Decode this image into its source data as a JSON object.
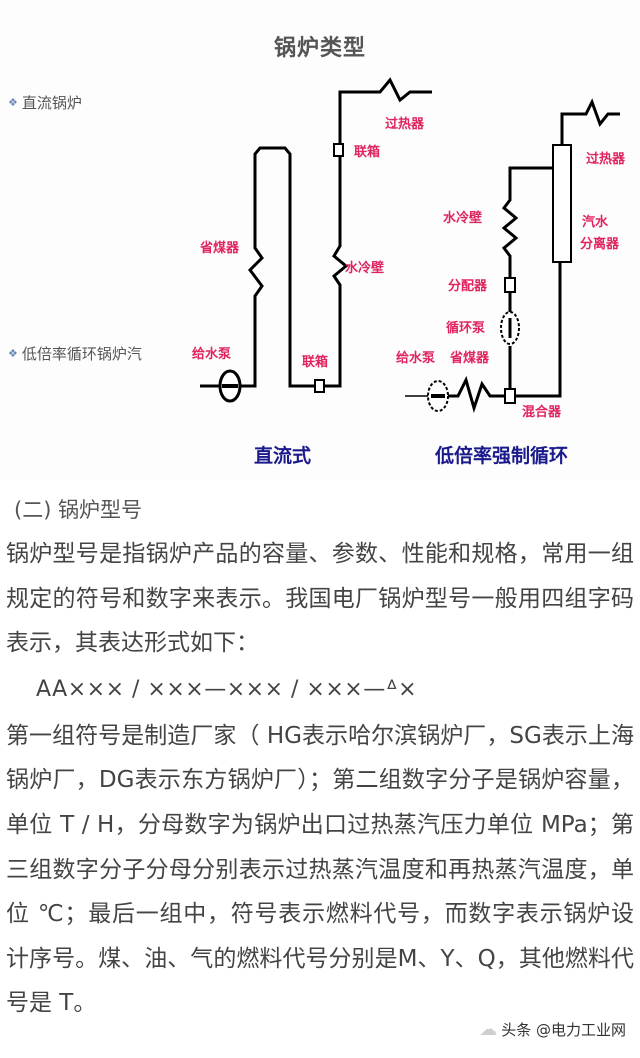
{
  "slide": {
    "title": "锅炉类型",
    "bullets": [
      {
        "icon": "diamond-bullet-icon",
        "text": "直流锅炉"
      },
      {
        "icon": "diamond-bullet-icon",
        "text": "低倍率循环锅炉汽"
      }
    ],
    "diagram_left": {
      "caption": "直流式",
      "labels": {
        "superheater": "过热器",
        "header_top": "联箱",
        "economizer": "省煤器",
        "water_wall": "水冷壁",
        "feed_pump": "给水泵",
        "header_bottom": "联箱"
      }
    },
    "diagram_right": {
      "caption": "低倍率强制循环",
      "labels": {
        "superheater": "过热器",
        "water_wall": "水冷壁",
        "separator_line1": "汽水",
        "separator_line2": "分离器",
        "distributor": "分配器",
        "circulation_pump": "循环泵",
        "feed_pump": "给水泵",
        "economizer": "省煤器",
        "mixer": "混合器"
      }
    }
  },
  "article": {
    "section_heading": "(二) 锅炉型号",
    "para1": "锅炉型号是指锅炉产品的容量、参数、性能和规格，常用一组规定的符号和数字来表示。我国电厂锅炉型号一般用四组字码表示，其表达形式如下：",
    "formula": "AA××× / ×××—××× / ×××—ᐞ×",
    "para2": "第一组符号是制造厂家（ HG表示哈尔滨锅炉厂，SG表示上海锅炉厂，DG表示东方锅炉厂）；第二组数字分子是锅炉容量，单位 T / H，分母数字为锅炉出口过热蒸汽压力单位 MPa；第三组数字分子分母分别表示过热蒸汽温度和再热蒸汽温度，单位 ℃；最后一组中，符号表示燃料代号，而数字表示锅炉设计序号。煤、油、气的燃料代号分别是M、Y、Q，其他燃料代号是 T。"
  },
  "watermark": {
    "icon": "wechat-icon",
    "text": "头条 @电力工业网"
  },
  "colors": {
    "label": "#e0245e",
    "caption": "#1a1a8c",
    "text": "#444444"
  }
}
